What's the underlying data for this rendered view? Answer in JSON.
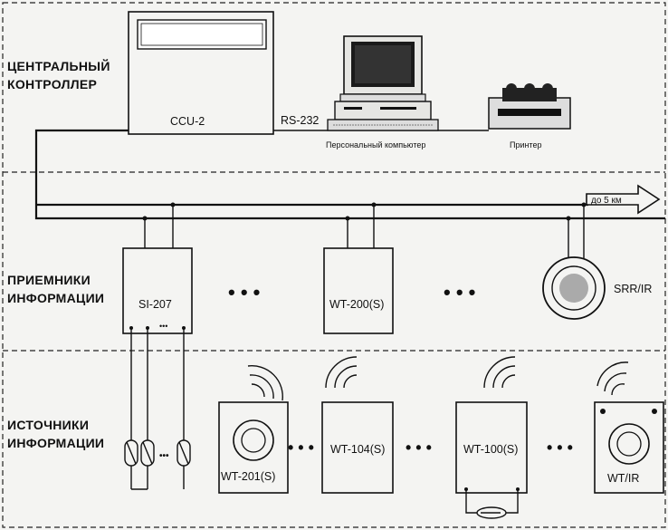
{
  "sections": {
    "central": [
      "ЦЕНТРАЛЬНЫЙ",
      "КОНТРОЛЛЕР"
    ],
    "receivers": [
      "ПРИЕМНИКИ",
      "ИНФОРМАЦИИ"
    ],
    "sources": [
      "ИСТОЧНИКИ",
      "ИНФОРМАЦИИ"
    ]
  },
  "central": {
    "controller": "CCU-2",
    "link": "RS-232",
    "pc": "Персональный компьютер",
    "printer": "Принтер",
    "distance": "до 5 км"
  },
  "receivers": {
    "si": "SI-207",
    "wt200": "WT-200(S)",
    "srr": "SRR/IR",
    "dots": "• • •"
  },
  "sources": {
    "wt201": "WT-201(S)",
    "wt104": "WT-104(S)",
    "wt100": "WT-100(S)",
    "wtir": "WT/IR",
    "dots": "• • •"
  }
}
